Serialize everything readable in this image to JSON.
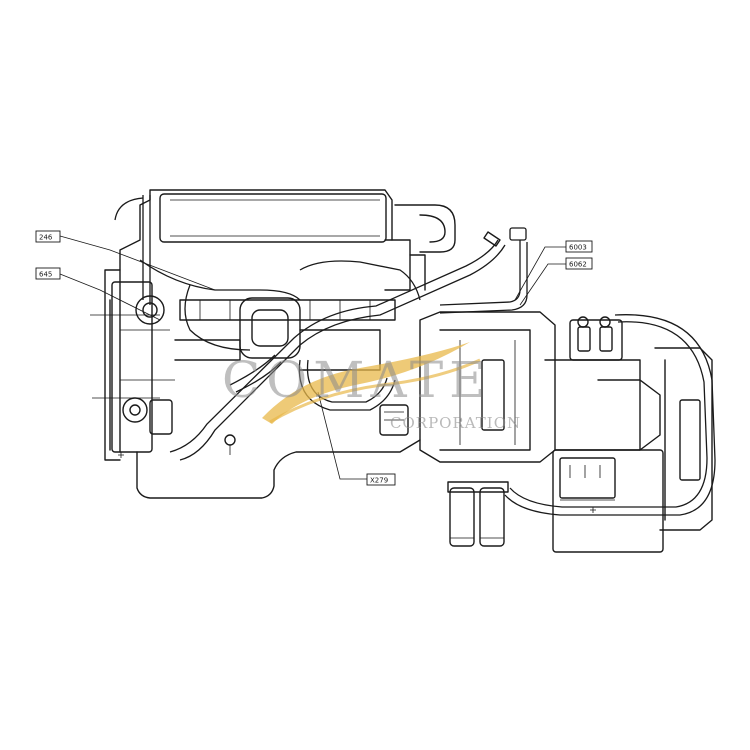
{
  "labels": {
    "l246": "246",
    "l645": "645",
    "l6003": "6003",
    "l6062": "6062",
    "x279": "X279"
  },
  "watermark": {
    "brand": "COMATE",
    "sub": "CORPORATION",
    "swoosh_color": "#e8b84a"
  }
}
